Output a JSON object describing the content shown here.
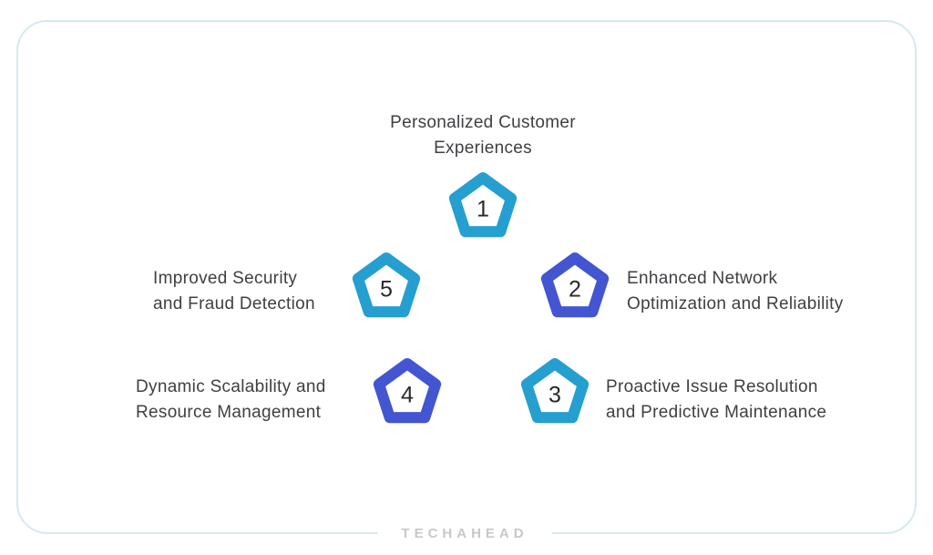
{
  "diagram": {
    "title_line1": "Personalized Customer",
    "title_line2": "Experiences",
    "items": [
      {
        "number": "1",
        "line1": "Personalized Customer",
        "line2": "Experiences",
        "color": "#259fd0"
      },
      {
        "number": "2",
        "line1": "Enhanced Network",
        "line2": "Optimization and Reliability",
        "color": "#4355d0"
      },
      {
        "number": "3",
        "line1": "Proactive Issue Resolution",
        "line2": "and Predictive Maintenance",
        "color": "#259fd0"
      },
      {
        "number": "4",
        "line1": "Dynamic Scalability and",
        "line2": "Resource Management",
        "color": "#4355d0"
      },
      {
        "number": "5",
        "line1": "Improved Security",
        "line2": "and Fraud Detection",
        "color": "#259fd0"
      }
    ]
  },
  "footer": {
    "logo_text": "TECHAHEAD"
  },
  "colors": {
    "cyan": "#259fd0",
    "blue": "#4355d0",
    "text": "#3e4043",
    "number": "#2a2a2a",
    "card_border": "#d6e8f0",
    "logo": "#c6c8ca"
  }
}
